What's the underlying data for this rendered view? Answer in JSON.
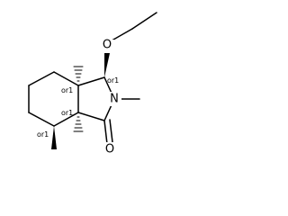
{
  "molecule": {
    "atoms": {
      "oxygen_ether": "O",
      "nitrogen": "N",
      "oxygen_carbonyl": "O"
    },
    "stereo_labels": [
      "or1",
      "or1",
      "or1",
      "or1"
    ]
  },
  "colors": {
    "bond": "#000000",
    "background": "#ffffff"
  }
}
